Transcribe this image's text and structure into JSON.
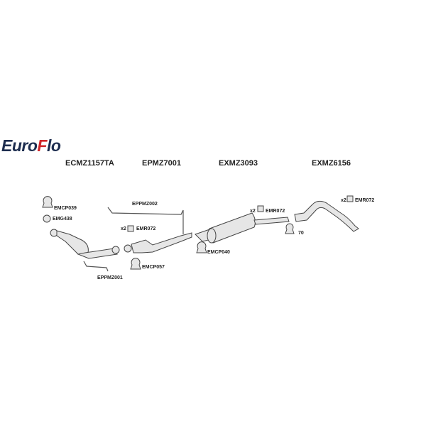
{
  "brand": {
    "name_part1": "Euro",
    "name_accent": "F",
    "name_part2": "lo",
    "colors": {
      "primary": "#1d2d4f",
      "accent": "#d0272b"
    }
  },
  "sections": [
    {
      "ref": "ECMZ1157TA"
    },
    {
      "ref": "EPMZ7001"
    },
    {
      "ref": "EXMZ3093"
    },
    {
      "ref": "EXMZ6156"
    }
  ],
  "parts": {
    "emcp039": "EMCP039",
    "emg438": "EMG438",
    "eppmz001": "EPPMZ001",
    "eppmz002": "EPPMZ002",
    "emr072_a": {
      "qty": "x2",
      "code": "EMR072"
    },
    "emcp057": "EMCP057",
    "emcp040": "EMCP040",
    "emr072_b": {
      "qty": "x2",
      "code": "EMR072"
    },
    "clamp70": "70",
    "emr072_c": {
      "qty": "x2",
      "code": "EMR072"
    }
  }
}
